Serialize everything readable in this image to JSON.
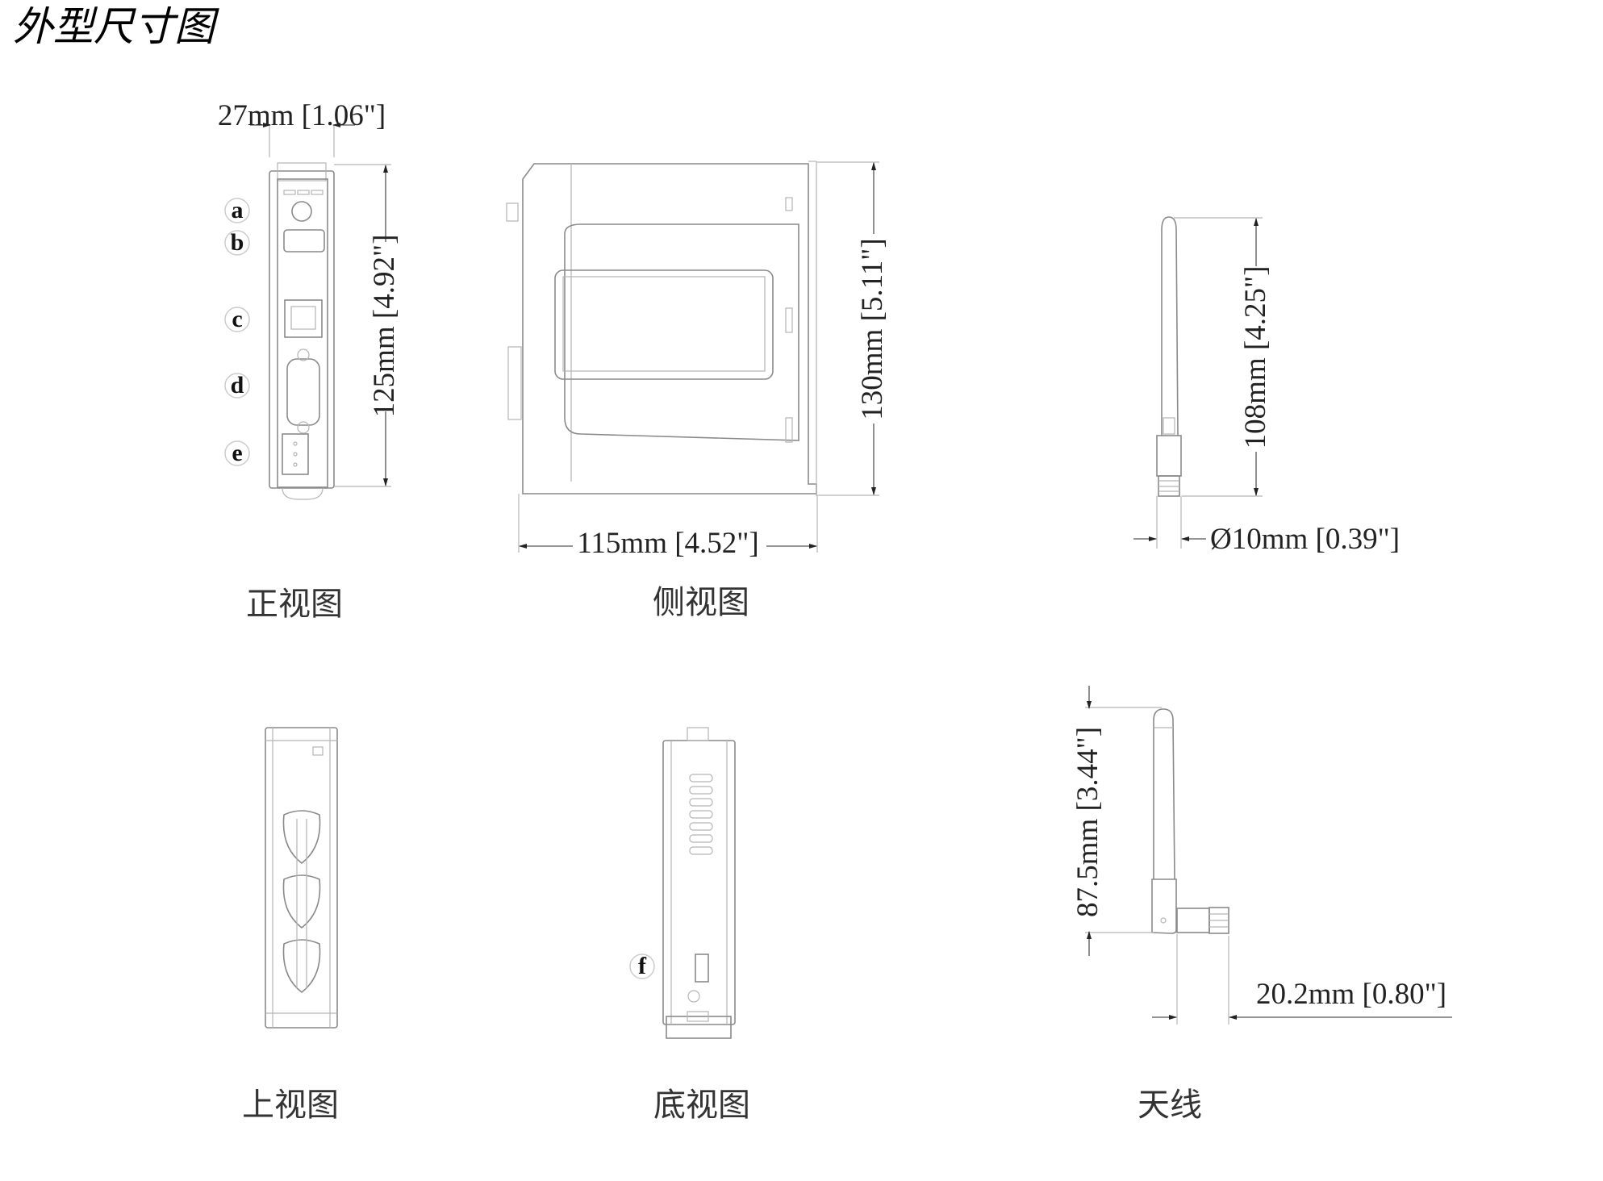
{
  "title": "外型尺寸图",
  "front_view": {
    "caption": "正视图",
    "width_dim": "27mm [1.06\"]",
    "height_dim": "125mm [4.92\"]",
    "port_labels": [
      "a",
      "b",
      "c",
      "d",
      "e"
    ]
  },
  "side_view": {
    "caption": "侧视图",
    "height_dim": "130mm [5.11\"]",
    "depth_dim": "115mm [4.52\"]"
  },
  "antenna_straight": {
    "height_dim": "108mm [4.25\"]",
    "diameter_dim": "Ø10mm [0.39\"]"
  },
  "top_view": {
    "caption": "上视图"
  },
  "bottom_view": {
    "caption": "底视图",
    "port_label": "f"
  },
  "antenna_bent": {
    "caption": "天线",
    "height_dim": "87.5mm [3.44\"]",
    "offset_dim": "20.2mm [0.80\"]"
  }
}
